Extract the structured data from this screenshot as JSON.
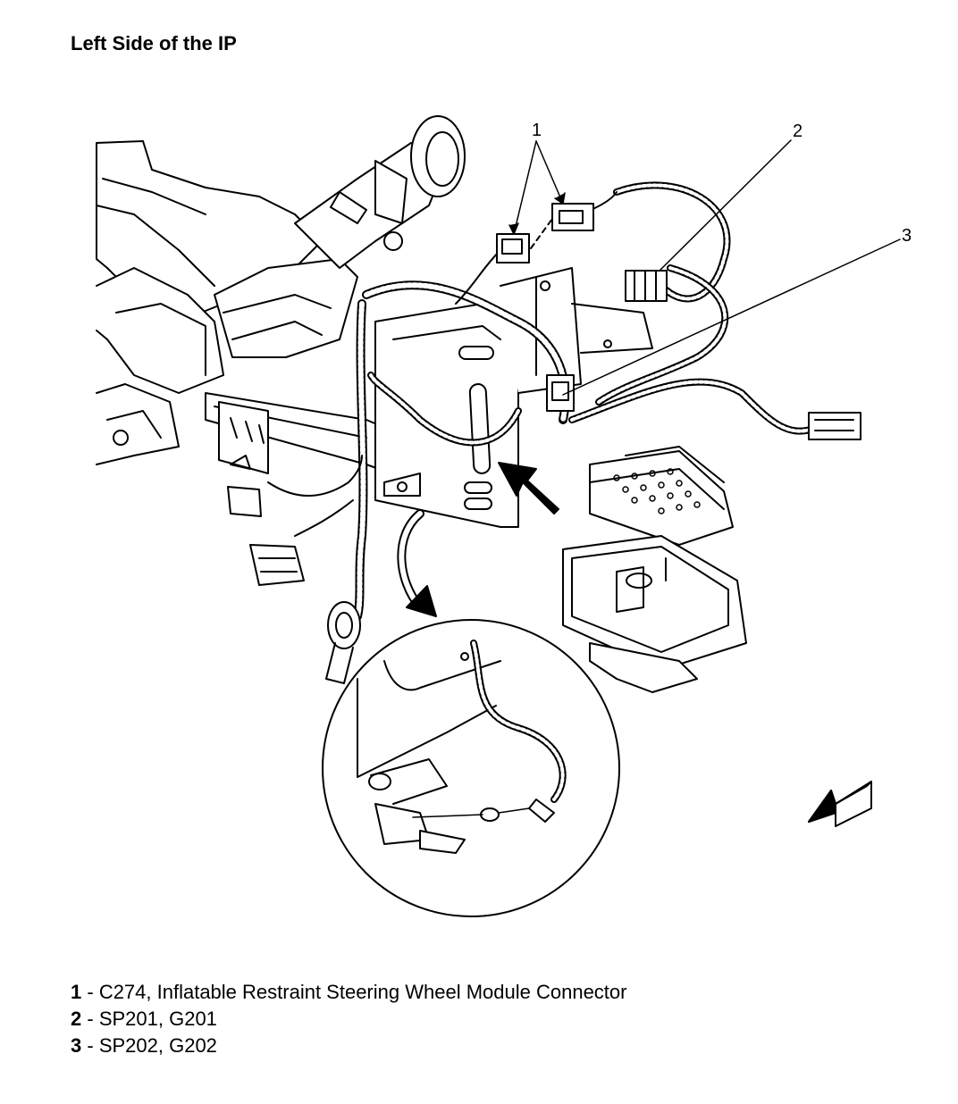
{
  "title": "Left Side of the IP",
  "callouts": [
    {
      "number": "1",
      "description": "C274, Inflatable Restraint Steering Wheel Module Connector"
    },
    {
      "number": "2",
      "description": "SP201, G201"
    },
    {
      "number": "3",
      "description": "SP202, G202"
    }
  ],
  "separator": " - ",
  "colors": {
    "ink": "#000000",
    "background": "#ffffff",
    "shade": "#e6e6e6"
  },
  "icons": [
    "direction-arrow-icon",
    "view-arrow-icon",
    "callout-arrow-icon"
  ]
}
